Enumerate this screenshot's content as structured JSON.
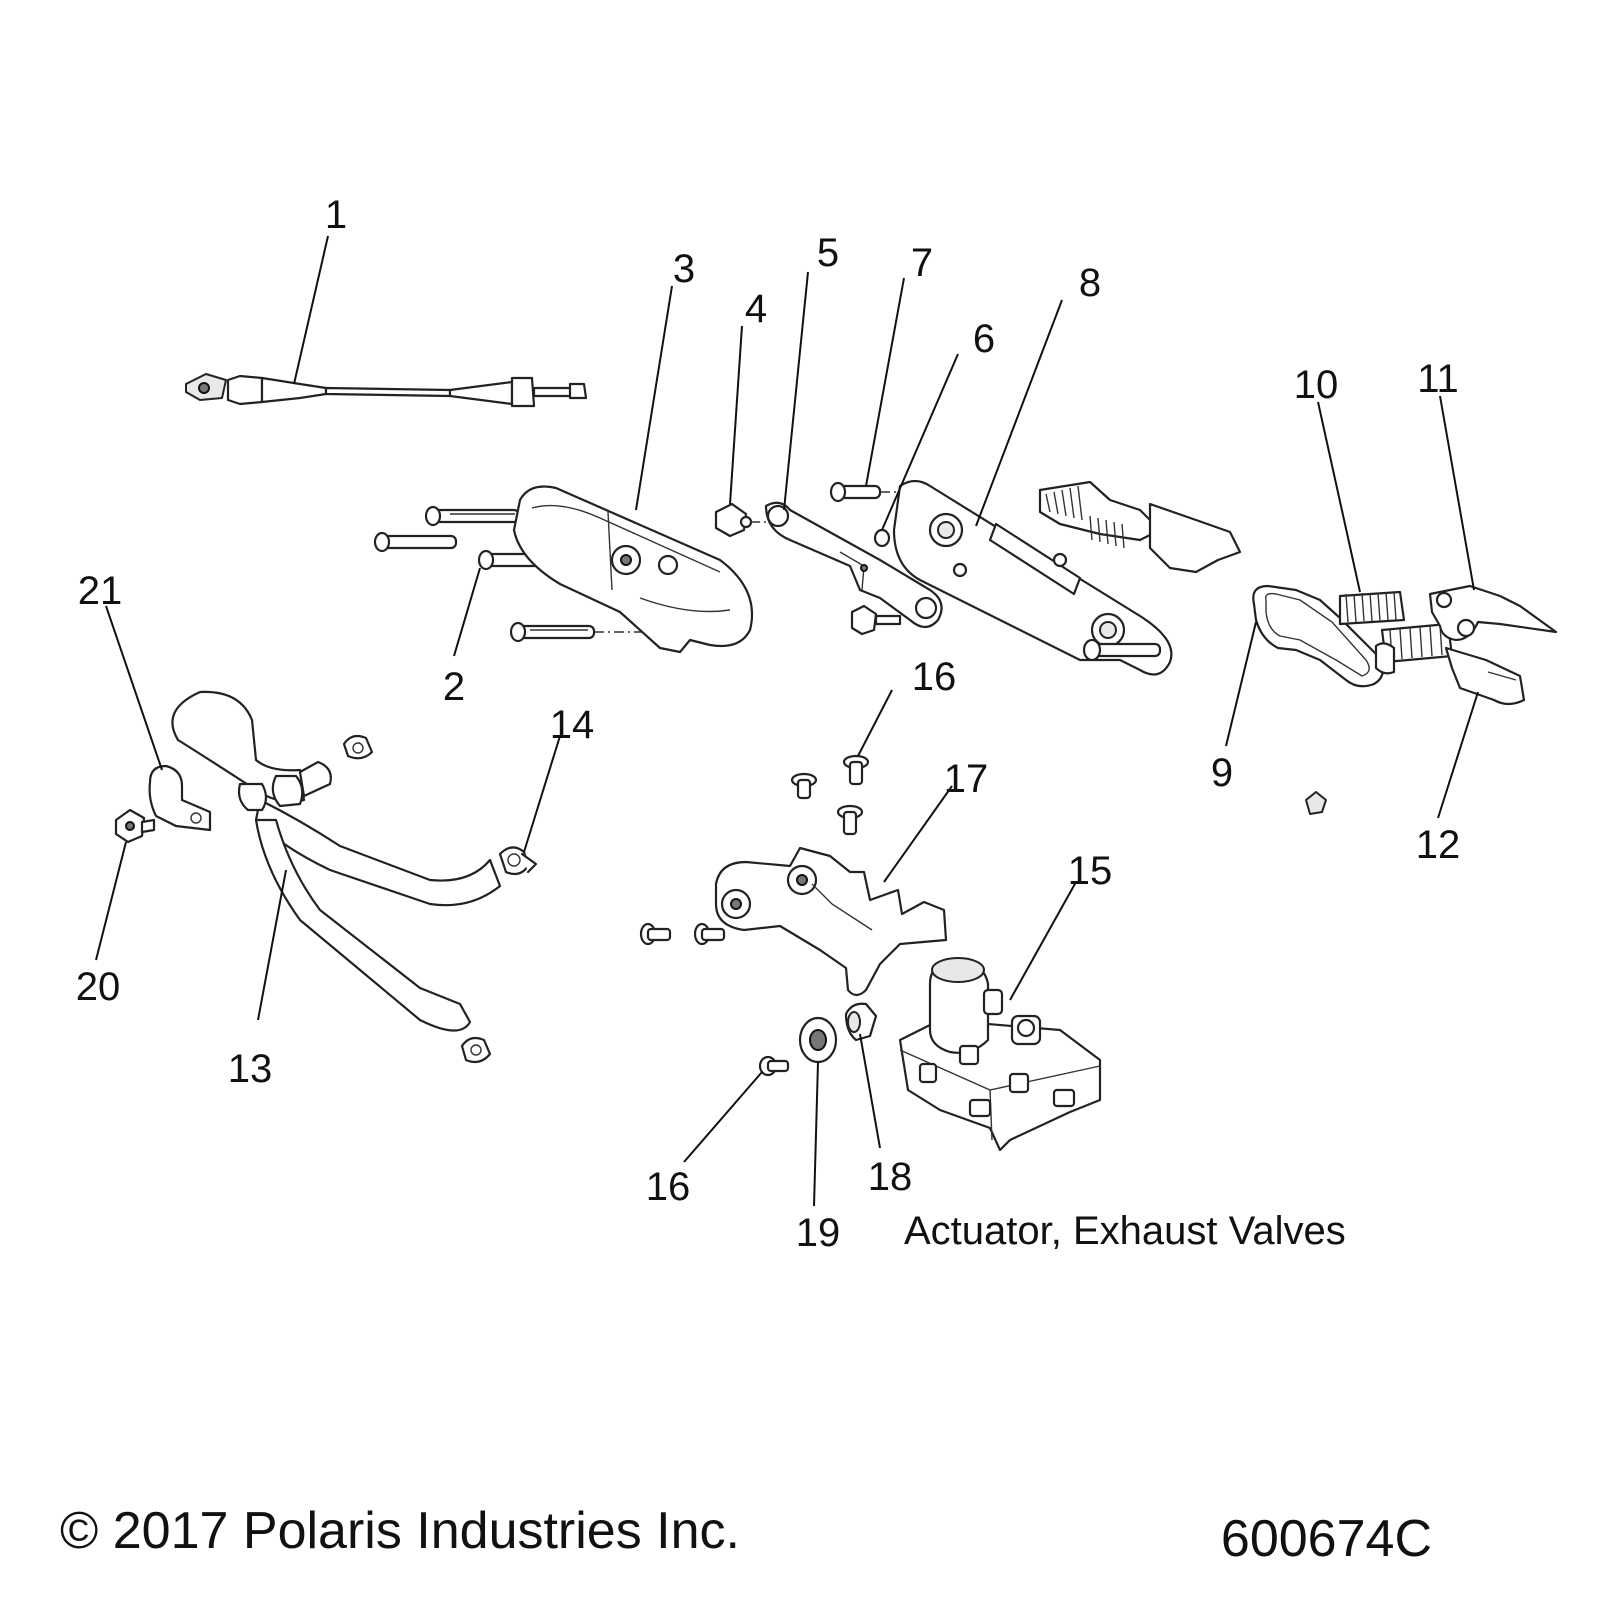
{
  "callouts": {
    "c1": "1",
    "c2": "2",
    "c3": "3",
    "c4": "4",
    "c5": "5",
    "c6": "6",
    "c7": "7",
    "c8": "8",
    "c9": "9",
    "c10": "10",
    "c11": "11",
    "c12": "12",
    "c13": "13",
    "c14": "14",
    "c15": "15",
    "c16a": "16",
    "c16b": "16",
    "c17": "17",
    "c18": "18",
    "c19": "19",
    "c20": "20",
    "c21": "21"
  },
  "caption": "Actuator, Exhaust Valves",
  "copyright": "© 2017 Polaris Industries Inc.",
  "drawing_number": "600674C"
}
